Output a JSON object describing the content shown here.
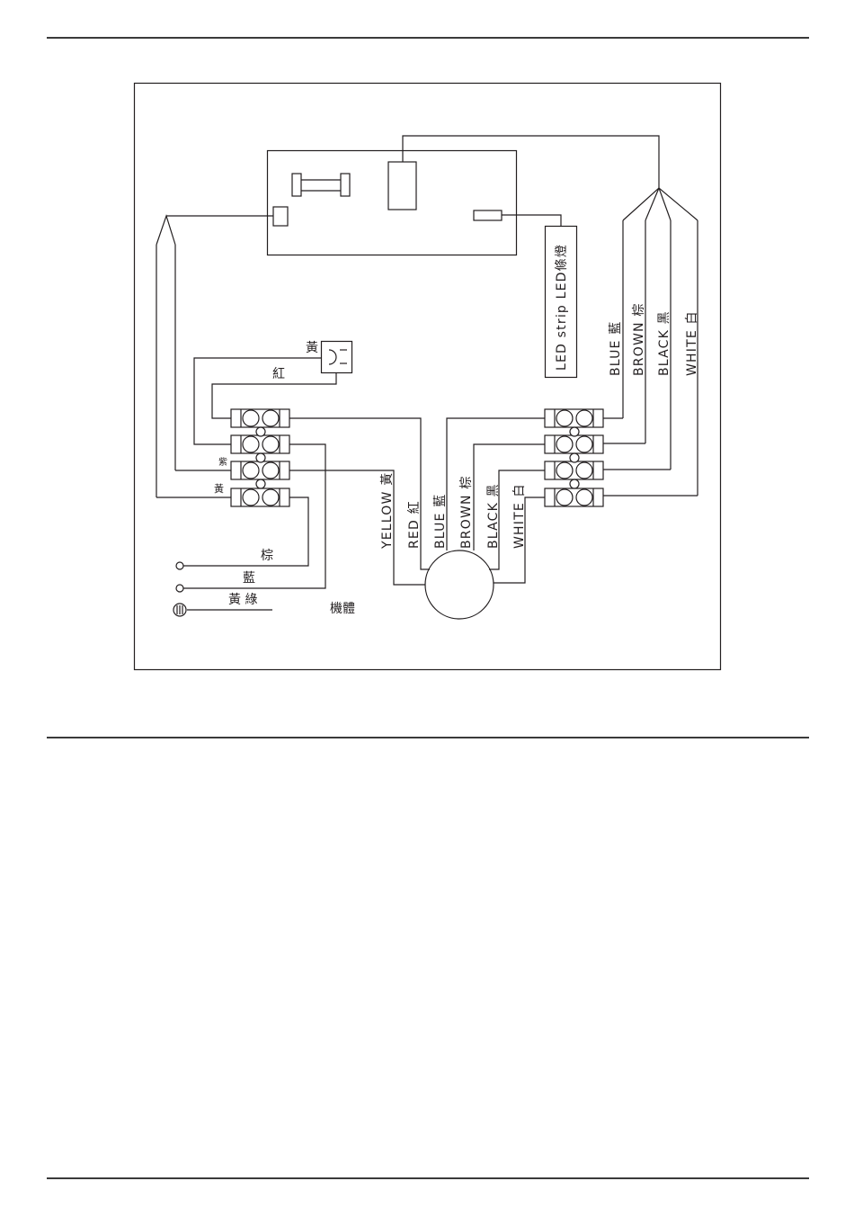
{
  "diagram": {
    "led_strip_label": "LED strip  LED條燈",
    "switch_top_label": "黃",
    "switch_red_label": "紅",
    "left_block_labels": [
      "紫",
      "黃"
    ],
    "mains_labels": [
      "棕",
      "藍",
      "黃 綠"
    ],
    "chassis_label": "機體",
    "motor_wires": [
      "YELLOW 黃",
      "RED 紅",
      "BLUE 藍",
      "BROWN 棕",
      "BLACK 黑",
      "WHITE 白"
    ],
    "right_wires": [
      "BLUE 藍",
      "BROWN 棕",
      "BLACK 黑",
      "WHITE 白"
    ]
  }
}
